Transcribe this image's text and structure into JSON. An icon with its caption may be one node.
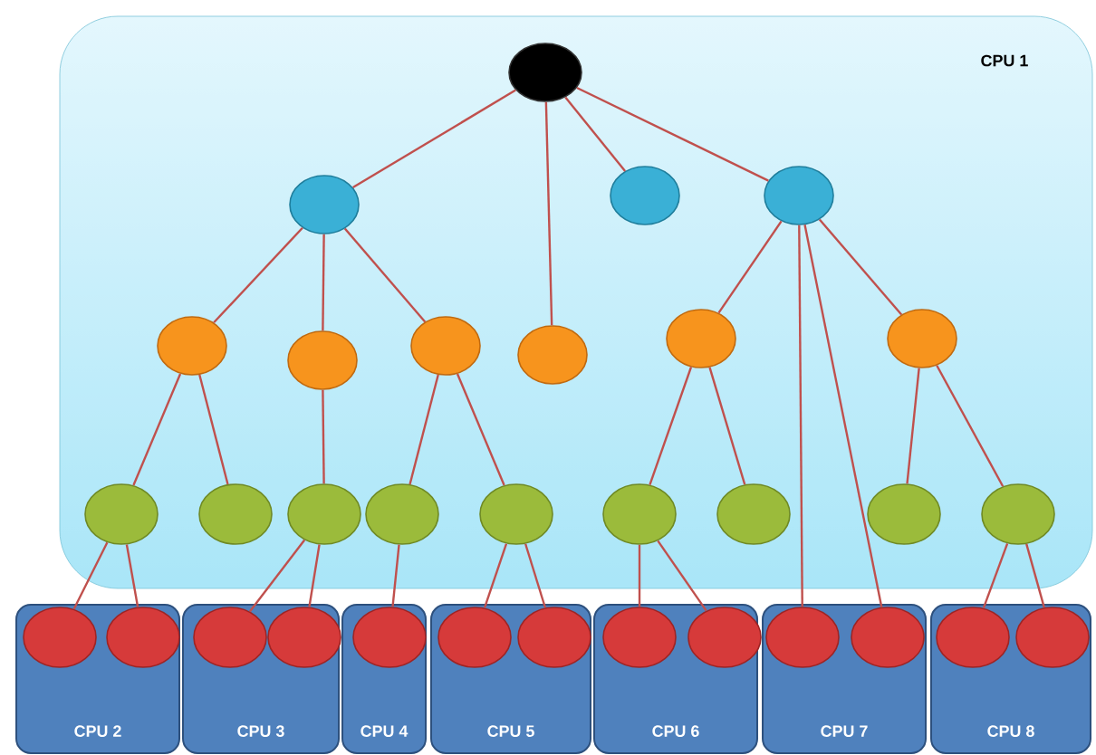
{
  "diagram": {
    "nodes": [
      {
        "text": [
          "CPU 1"
        ]
      },
      {
        "text": [],
        "shape": "circle",
        "in": 0
      },
      {
        "text": [],
        "shape": "circle",
        "in": 0
      },
      {
        "text": [],
        "shape": "circle",
        "in": 0
      },
      {
        "text": [],
        "shape": "circle",
        "in": 0
      },
      {
        "text": [],
        "shape": "circle",
        "in": 0
      },
      {
        "text": [],
        "shape": "circle",
        "in": 0
      },
      {
        "text": [],
        "shape": "circle",
        "in": 0
      },
      {
        "text": [],
        "shape": "circle",
        "in": 0
      },
      {
        "text": [],
        "shape": "circle",
        "in": 0
      },
      {
        "text": [],
        "shape": "circle",
        "in": 0
      },
      {
        "text": [],
        "shape": "circle",
        "in": 0
      },
      {
        "text": [],
        "shape": "circle",
        "in": 0
      },
      {
        "text": [],
        "shape": "circle",
        "in": 0
      },
      {
        "text": [],
        "shape": "circle",
        "in": 0
      },
      {
        "text": [],
        "shape": "circle",
        "in": 0
      },
      {
        "text": [],
        "shape": "circle",
        "in": 0
      },
      {
        "text": [],
        "shape": "circle",
        "in": 0
      },
      {
        "text": [],
        "shape": "circle",
        "in": 0
      },
      {
        "text": [],
        "shape": "circle",
        "in": 0
      },
      {
        "text": [
          "CPU 2"
        ]
      },
      {
        "text": [],
        "shape": "circle",
        "in": 20
      },
      {
        "text": [],
        "shape": "circle",
        "in": 20
      },
      {
        "text": [
          "CPU 3"
        ]
      },
      {
        "text": [],
        "shape": "circle",
        "in": 23
      },
      {
        "text": [],
        "shape": "circle",
        "in": 23
      },
      {
        "text": [
          "CPU 4"
        ]
      },
      {
        "text": [],
        "shape": "circle",
        "in": 26
      },
      {
        "text": [
          "CPU 5"
        ]
      },
      {
        "text": [],
        "shape": "circle",
        "in": 28
      },
      {
        "text": [],
        "shape": "circle",
        "in": 28
      },
      {
        "text": [
          "CPU 6"
        ]
      },
      {
        "text": [],
        "shape": "circle",
        "in": 31
      },
      {
        "text": [],
        "shape": "circle",
        "in": 31
      },
      {
        "text": [
          "CPU 7"
        ]
      },
      {
        "text": [],
        "shape": "circle",
        "in": 34
      },
      {
        "text": [],
        "shape": "circle",
        "in": 34
      },
      {
        "text": [
          "CPU 8"
        ]
      },
      {
        "text": [],
        "shape": "circle",
        "in": 37
      },
      {
        "text": [],
        "shape": "circle",
        "in": 37
      }
    ],
    "edges": [
      {
        "from": 1,
        "to": 2,
        "arrow": "none"
      },
      {
        "from": 1,
        "to": 8,
        "arrow": "none"
      },
      {
        "from": 1,
        "to": 3,
        "arrow": "none"
      },
      {
        "from": 1,
        "to": 4,
        "arrow": "none"
      },
      {
        "from": 2,
        "to": 5,
        "arrow": "none"
      },
      {
        "from": 2,
        "to": 6,
        "arrow": "none"
      },
      {
        "from": 2,
        "to": 7,
        "arrow": "none"
      },
      {
        "from": 4,
        "to": 9,
        "arrow": "none"
      },
      {
        "from": 4,
        "to": 35,
        "arrow": "none"
      },
      {
        "from": 4,
        "to": 36,
        "arrow": "none"
      },
      {
        "from": 4,
        "to": 10,
        "arrow": "none"
      },
      {
        "from": 5,
        "to": 11,
        "arrow": "none"
      },
      {
        "from": 5,
        "to": 12,
        "arrow": "none"
      },
      {
        "from": 6,
        "to": 13,
        "arrow": "none"
      },
      {
        "from": 7,
        "to": 14,
        "arrow": "none"
      },
      {
        "from": 7,
        "to": 15,
        "arrow": "none"
      },
      {
        "from": 9,
        "to": 16,
        "arrow": "none"
      },
      {
        "from": 9,
        "to": 17,
        "arrow": "none"
      },
      {
        "from": 10,
        "to": 18,
        "arrow": "none"
      },
      {
        "from": 10,
        "to": 19,
        "arrow": "none"
      },
      {
        "from": 11,
        "to": 21,
        "arrow": "none"
      },
      {
        "from": 11,
        "to": 22,
        "arrow": "none"
      },
      {
        "from": 13,
        "to": 24,
        "arrow": "none"
      },
      {
        "from": 13,
        "to": 25,
        "arrow": "none"
      },
      {
        "from": 14,
        "to": 27,
        "arrow": "none"
      },
      {
        "from": 15,
        "to": 29,
        "arrow": "none"
      },
      {
        "from": 15,
        "to": 30,
        "arrow": "none"
      },
      {
        "from": 16,
        "to": 32,
        "arrow": "none"
      },
      {
        "from": 16,
        "to": 33,
        "arrow": "none"
      },
      {
        "from": 19,
        "to": 38,
        "arrow": "none"
      },
      {
        "from": 19,
        "to": 39,
        "arrow": "none"
      }
    ]
  }
}
